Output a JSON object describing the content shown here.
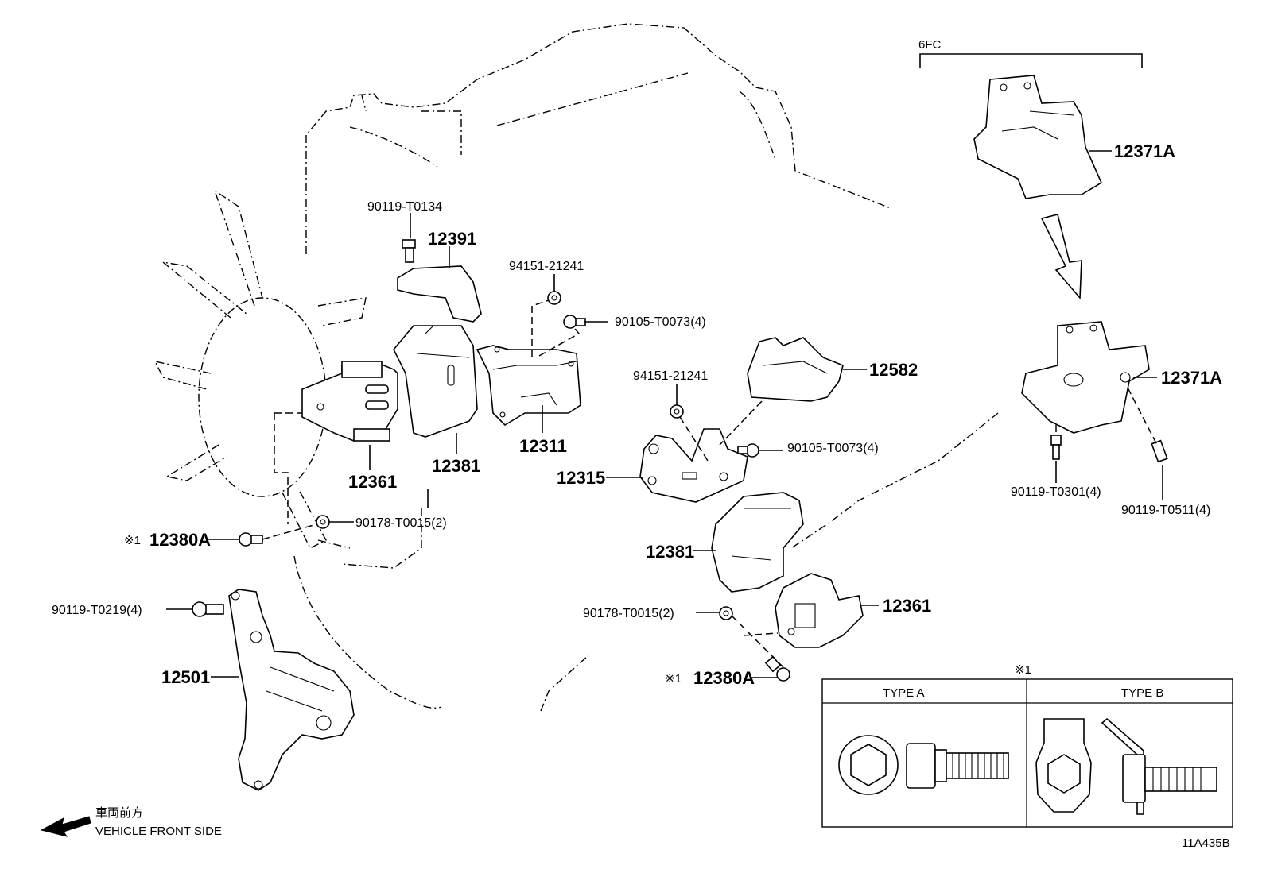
{
  "labels": {
    "bolt_90119_T0134": "90119-T0134",
    "part_12391": "12391",
    "bolt_94151_21241_top": "94151-21241",
    "bolt_90105_T0073_top": "90105-T0073(4)",
    "part_12311": "12311",
    "part_12381_left": "12381",
    "part_12361_left": "12361",
    "bolt_90178_T0015_left": "90178-T0015(2)",
    "ref_mark_left": "※1",
    "part_12380A_left": "12380A",
    "bolt_90119_T0219": "90119-T0219(4)",
    "part_12501": "12501",
    "bolt_94151_21241_mid": "94151-21241",
    "part_12582": "12582",
    "bolt_90105_T0073_mid": "90105-T0073(4)",
    "part_12315": "12315",
    "part_12381_right": "12381",
    "bolt_90178_T0015_right": "90178-T0015(2)",
    "part_12361_right": "12361",
    "ref_mark_right": "※1",
    "part_12380A_right": "12380A",
    "group_6FC": "6FC",
    "part_12371A_top": "12371A",
    "part_12371A_mid": "12371A",
    "bolt_90119_T0301": "90119-T0301(4)",
    "bolt_90119_T0511": "90119-T0511(4)",
    "front_jp": "車両前方",
    "front_en": "VEHICLE FRONT SIDE",
    "diagram_code": "11A435B"
  },
  "type_table": {
    "ref_mark": "※1",
    "type_a": "TYPE A",
    "type_b": "TYPE B"
  }
}
